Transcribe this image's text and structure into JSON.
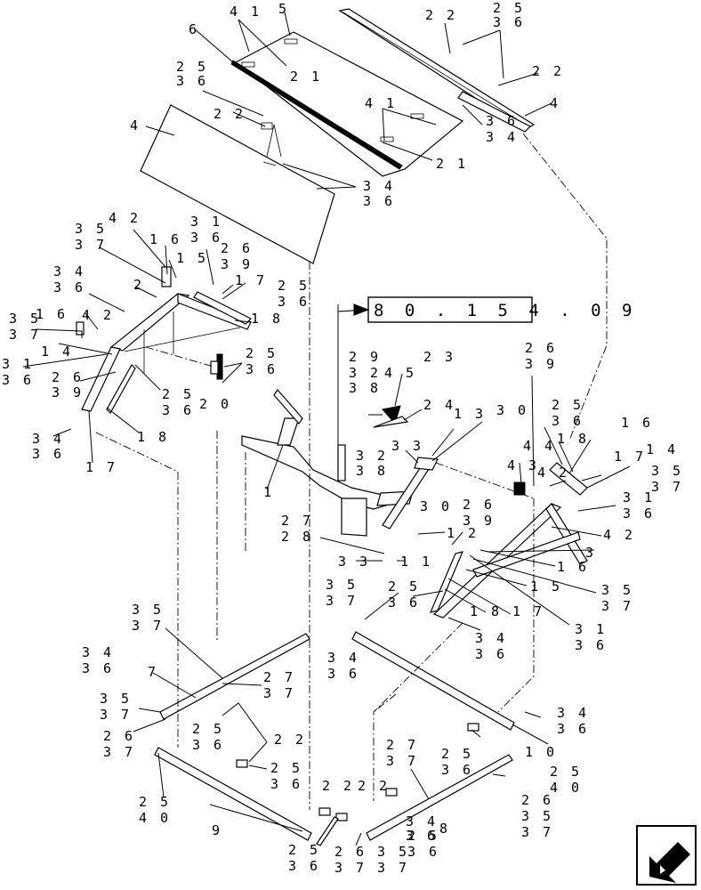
{
  "reference_box": {
    "text": "8 0 . 1 5 4 . 0 9"
  },
  "callouts": [
    {
      "text": "4 1"
    },
    {
      "text": "5"
    },
    {
      "text": "2 2"
    },
    {
      "text": "2 5"
    },
    {
      "text": "3 6"
    },
    {
      "text": "6"
    },
    {
      "text": "2 1"
    },
    {
      "text": "2 5"
    },
    {
      "text": "3 6"
    },
    {
      "text": "2 2"
    },
    {
      "text": "2 2"
    },
    {
      "text": "4 1"
    },
    {
      "text": "3 6"
    },
    {
      "text": "3 4"
    },
    {
      "text": "4"
    },
    {
      "text": "4"
    },
    {
      "text": "2 1"
    },
    {
      "text": "3 4"
    },
    {
      "text": "3 6"
    },
    {
      "text": "4 2"
    },
    {
      "text": "3 1"
    },
    {
      "text": "3 5"
    },
    {
      "text": "1 6"
    },
    {
      "text": "3 6"
    },
    {
      "text": "3 7"
    },
    {
      "text": "2 6"
    },
    {
      "text": "1 5"
    },
    {
      "text": "3 9"
    },
    {
      "text": "3 4"
    },
    {
      "text": "1 7"
    },
    {
      "text": "2 5"
    },
    {
      "text": "3 6"
    },
    {
      "text": "2"
    },
    {
      "text": "3 6"
    },
    {
      "text": "3 5"
    },
    {
      "text": "1 6"
    },
    {
      "text": "4 2"
    },
    {
      "text": "1 8"
    },
    {
      "text": "3 7"
    },
    {
      "text": "1 4"
    },
    {
      "text": "2 5"
    },
    {
      "text": "3 1"
    },
    {
      "text": "3 6"
    },
    {
      "text": "2 6"
    },
    {
      "text": "3 6"
    },
    {
      "text": "3 9"
    },
    {
      "text": "2 5"
    },
    {
      "text": "2 0"
    },
    {
      "text": "3 6"
    },
    {
      "text": "1 8"
    },
    {
      "text": "3 4"
    },
    {
      "text": "3 6"
    },
    {
      "text": "1 7"
    },
    {
      "text": "1"
    },
    {
      "text": "2 9"
    },
    {
      "text": "2 3"
    },
    {
      "text": "3 2"
    },
    {
      "text": "4 5"
    },
    {
      "text": "3 8"
    },
    {
      "text": "2 4"
    },
    {
      "text": "1 3"
    },
    {
      "text": "3 0"
    },
    {
      "text": "3 3"
    },
    {
      "text": "3 2"
    },
    {
      "text": "3 8"
    },
    {
      "text": "2 6"
    },
    {
      "text": "3 9"
    },
    {
      "text": "2 5"
    },
    {
      "text": "3 6"
    },
    {
      "text": "1 6"
    },
    {
      "text": "1 8"
    },
    {
      "text": "1 4"
    },
    {
      "text": "4 4"
    },
    {
      "text": "1 7"
    },
    {
      "text": "4 3"
    },
    {
      "text": "4 2"
    },
    {
      "text": "3 5"
    },
    {
      "text": "3 7"
    },
    {
      "text": "3 1"
    },
    {
      "text": "3 6"
    },
    {
      "text": "2 6"
    },
    {
      "text": "3 9"
    },
    {
      "text": "3 0"
    },
    {
      "text": "1 2"
    },
    {
      "text": "2 7"
    },
    {
      "text": "2 8"
    },
    {
      "text": "4 2"
    },
    {
      "text": "3"
    },
    {
      "text": "3 3"
    },
    {
      "text": "1 1"
    },
    {
      "text": "1 6"
    },
    {
      "text": "3 5"
    },
    {
      "text": "3 7"
    },
    {
      "text": "2 5"
    },
    {
      "text": "3 6"
    },
    {
      "text": "1 5"
    },
    {
      "text": "3 5"
    },
    {
      "text": "3 7"
    },
    {
      "text": "1 8"
    },
    {
      "text": "1 7"
    },
    {
      "text": "3 1"
    },
    {
      "text": "3 6"
    },
    {
      "text": "3 4"
    },
    {
      "text": "3 6"
    },
    {
      "text": "3 5"
    },
    {
      "text": "3 7"
    },
    {
      "text": "3 4"
    },
    {
      "text": "3 6"
    },
    {
      "text": "7"
    },
    {
      "text": "2 7"
    },
    {
      "text": "3 7"
    },
    {
      "text": "3 4"
    },
    {
      "text": "3 6"
    },
    {
      "text": "3 5"
    },
    {
      "text": "3 7"
    },
    {
      "text": "2 6"
    },
    {
      "text": "3 7"
    },
    {
      "text": "2 5"
    },
    {
      "text": "3 6"
    },
    {
      "text": "2 2"
    },
    {
      "text": "3 4"
    },
    {
      "text": "3 6"
    },
    {
      "text": "2 5"
    },
    {
      "text": "3 6"
    },
    {
      "text": "1 0"
    },
    {
      "text": "2 7"
    },
    {
      "text": "3 7"
    },
    {
      "text": "2 5"
    },
    {
      "text": "3 6"
    },
    {
      "text": "2 5"
    },
    {
      "text": "4 0"
    },
    {
      "text": "2 5"
    },
    {
      "text": "4 0"
    },
    {
      "text": "9"
    },
    {
      "text": "2 5"
    },
    {
      "text": "3 6"
    },
    {
      "text": "2 2"
    },
    {
      "text": "2 2"
    },
    {
      "text": "2 6"
    },
    {
      "text": "3 5"
    },
    {
      "text": "3 7"
    },
    {
      "text": "8"
    },
    {
      "text": "2 5"
    },
    {
      "text": "3 6"
    },
    {
      "text": "2 6"
    },
    {
      "text": "3 7"
    },
    {
      "text": "3 5"
    },
    {
      "text": "3 7"
    },
    {
      "text": "3 4"
    },
    {
      "text": "3 6"
    }
  ],
  "nav_icon": "next-page-arrow-icon"
}
